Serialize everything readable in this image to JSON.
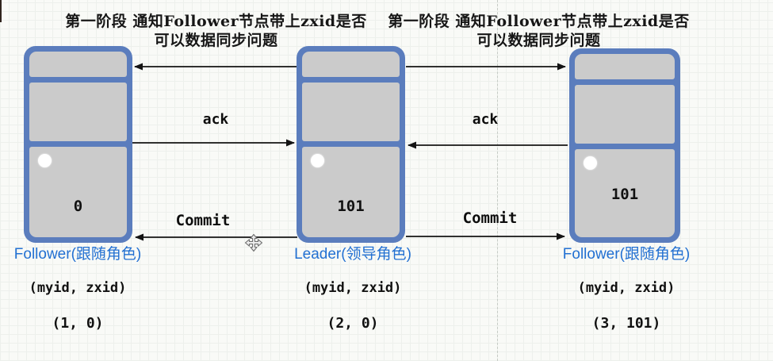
{
  "annotations": {
    "phase_left": {
      "line1": "第一阶段 通知Follower节点带上zxid是否",
      "line2": "可以数据同步问题"
    },
    "phase_right": {
      "line1": "第一阶段 通知Follower节点带上zxid是否",
      "line2": "可以数据同步问题"
    }
  },
  "messages": {
    "ack_left": "ack",
    "ack_right": "ack",
    "commit_left": "Commit",
    "commit_right": "Commit"
  },
  "servers": [
    {
      "id": "follower-left",
      "value": "0",
      "role_label": "Follower(跟随角色)",
      "tuple_label": "(myid, zxid)",
      "tuple_value": "(1, 0)"
    },
    {
      "id": "leader",
      "value": "101",
      "role_label": "Leader(领导角色)",
      "tuple_label": "(myid, zxid)",
      "tuple_value": "(2, 0)"
    },
    {
      "id": "follower-right",
      "value": "101",
      "role_label": "Follower(跟随角色)",
      "tuple_label": "(myid, zxid)",
      "tuple_value": "(3, 101)"
    }
  ],
  "icons": {
    "move_cursor": "move-cursor-icon",
    "led": "led-dot-icon"
  },
  "colors": {
    "server_border": "#5b7dbd",
    "server_fill": "#cbcbcb",
    "role_label_blue": "#2270d2",
    "arrow_black": "#141414",
    "background": "#f9faf7",
    "grid_line": "#edf0ec"
  }
}
